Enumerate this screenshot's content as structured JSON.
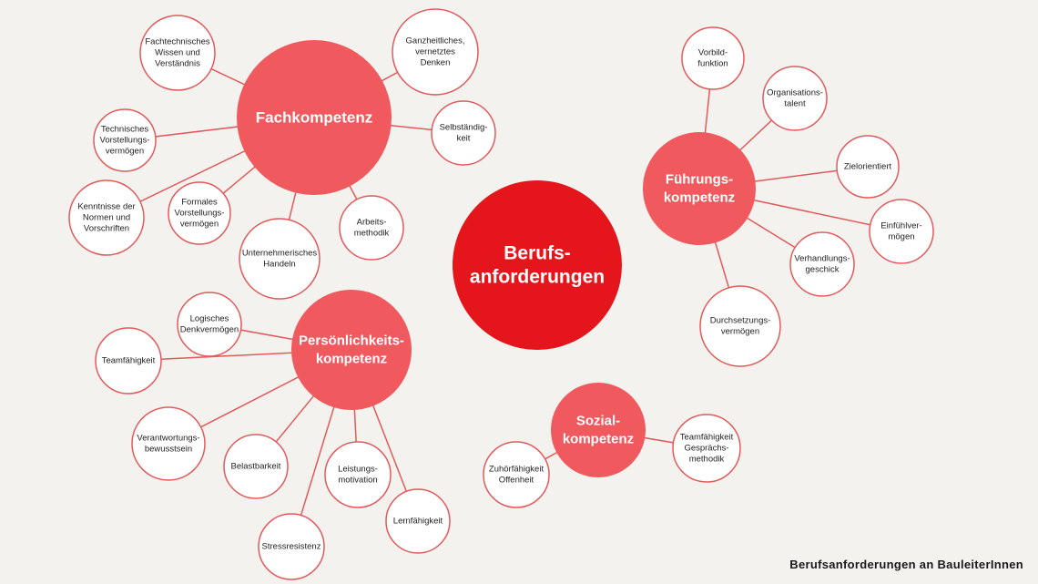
{
  "caption": "Berufsanforderungen an BauleiterInnen",
  "colors": {
    "background": "#f3f2ee",
    "center": "#e4161c",
    "hub": "#f05a5e",
    "outline": "#e25a5c",
    "hub_text": "#ffffff",
    "leaf_text": "#222222"
  },
  "center": {
    "lines": [
      "Berufs-",
      "anforderungen"
    ]
  },
  "hubs": [
    {
      "id": "fachkompetenz",
      "lines": [
        "Fachkompetenz"
      ],
      "leaves": [
        {
          "id": "fachtechnisches-wissen",
          "lines": [
            "Fachtechnisches",
            "Wissen und",
            "Verständnis"
          ]
        },
        {
          "id": "ganzheitliches-denken",
          "lines": [
            "Ganzheitliches,",
            "vernetztes",
            "Denken"
          ]
        },
        {
          "id": "selbstaendigkeit",
          "lines": [
            "Selbständig-",
            "keit"
          ]
        },
        {
          "id": "technisches-vorstellungsvermoegen",
          "lines": [
            "Technisches",
            "Vorstellungs-",
            "vermögen"
          ]
        },
        {
          "id": "kenntnisse-normen",
          "lines": [
            "Kenntnisse der",
            "Normen und",
            "Vorschriften"
          ]
        },
        {
          "id": "formales-vorstellungsvermoegen",
          "lines": [
            "Formales",
            "Vorstellungs-",
            "vermögen"
          ]
        },
        {
          "id": "unternehmerisches-handeln",
          "lines": [
            "Unternehmerisches",
            "Handeln"
          ]
        },
        {
          "id": "arbeitsmethodik",
          "lines": [
            "Arbeits-",
            "methodik"
          ]
        }
      ]
    },
    {
      "id": "fuehrungskompetenz",
      "lines": [
        "Führungs-",
        "kompetenz"
      ],
      "leaves": [
        {
          "id": "vorbildfunktion",
          "lines": [
            "Vorbild-",
            "funktion"
          ]
        },
        {
          "id": "organisationstalent",
          "lines": [
            "Organisations-",
            "talent"
          ]
        },
        {
          "id": "zielorientiert",
          "lines": [
            "Zielorientiert"
          ]
        },
        {
          "id": "einfuehlvermoegen",
          "lines": [
            "Einfühlver-",
            "mögen"
          ]
        },
        {
          "id": "verhandlungsgeschick",
          "lines": [
            "Verhandlungs-",
            "geschick"
          ]
        },
        {
          "id": "durchsetzungsvermoegen",
          "lines": [
            "Durchsetzungs-",
            "vermögen"
          ]
        }
      ]
    },
    {
      "id": "persoenlichkeitskompetenz",
      "lines": [
        "Persönlichkeits-",
        "kompetenz"
      ],
      "leaves": [
        {
          "id": "logisches-denkvermoegen",
          "lines": [
            "Logisches",
            "Denkvermögen"
          ]
        },
        {
          "id": "teamfaehigkeit",
          "lines": [
            "Teamfähigkeit"
          ]
        },
        {
          "id": "verantwortungsbewusstsein",
          "lines": [
            "Verantwortungs-",
            "bewusstsein"
          ]
        },
        {
          "id": "belastbarkeit",
          "lines": [
            "Belastbarkeit"
          ]
        },
        {
          "id": "leistungsmotivation",
          "lines": [
            "Leistungs-",
            "motivation"
          ]
        },
        {
          "id": "lernfaehigkeit",
          "lines": [
            "Lernfähigkeit"
          ]
        },
        {
          "id": "stressresistenz",
          "lines": [
            "Stressresistenz"
          ]
        }
      ]
    },
    {
      "id": "sozialkompetenz",
      "lines": [
        "Sozial-",
        "kompetenz"
      ],
      "leaves": [
        {
          "id": "zuhoerfaehigkeit-offenheit",
          "lines": [
            "Zuhörfähigkeit",
            "Offenheit"
          ]
        },
        {
          "id": "teamfaehigkeit-gespraechsmethodik",
          "lines": [
            "Teamfähigkeit",
            "Gesprächs-",
            "methodik"
          ]
        }
      ]
    }
  ]
}
